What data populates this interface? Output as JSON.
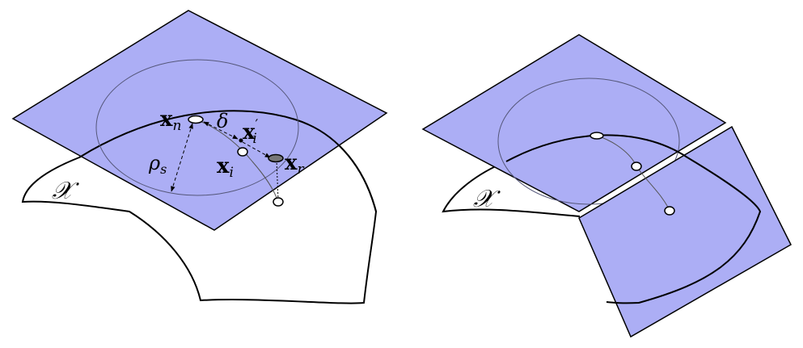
{
  "colors": {
    "plane_fill": "#acaef5",
    "plane_stroke": "#000000",
    "manifold_stroke": "#000000",
    "circle_stroke": "#55577a",
    "background": "#ffffff"
  },
  "labels": {
    "manifold": "𝒳",
    "manifold_right": "𝒳",
    "x_n": "x",
    "x_n_sub": "n",
    "x_i": "x",
    "x_i_sub": "i",
    "x_i_prime": "x",
    "x_i_prime_sub": "i",
    "x_i_prime_sup": "′",
    "x_r": "x",
    "x_r_sub": "r",
    "delta": "δ",
    "rho": "ρ",
    "rho_sub": "s"
  }
}
